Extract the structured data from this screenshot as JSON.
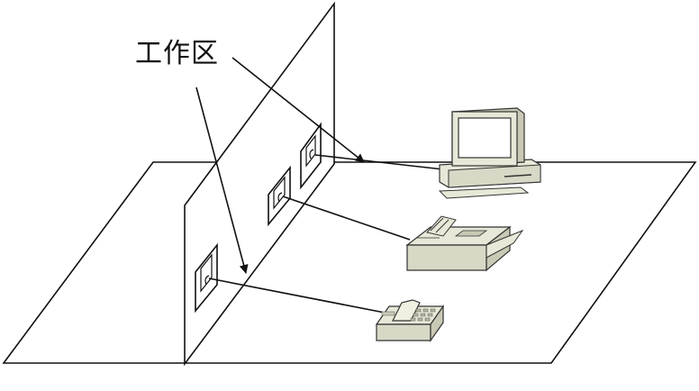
{
  "diagram": {
    "label": "工作区",
    "devices": [
      "computer",
      "fax-machine",
      "telephone"
    ],
    "outlets": 3,
    "colors": {
      "line": "#111111",
      "device_fill": "#e8e8d8",
      "device_shade": "#c9c9b5",
      "screen": "#ffffff"
    }
  }
}
